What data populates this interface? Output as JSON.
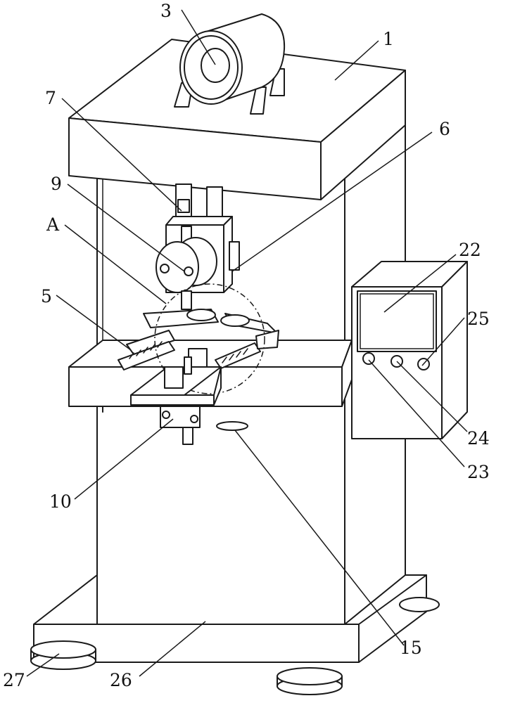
{
  "figure": {
    "labels": {
      "l1": "1",
      "l3": "3",
      "l5": "5",
      "l6": "6",
      "l7": "7",
      "l9": "9",
      "lA": "A",
      "l10": "10",
      "l15": "15",
      "l22": "22",
      "l23": "23",
      "l24": "24",
      "l25": "25",
      "l26": "26",
      "l27": "27"
    }
  }
}
